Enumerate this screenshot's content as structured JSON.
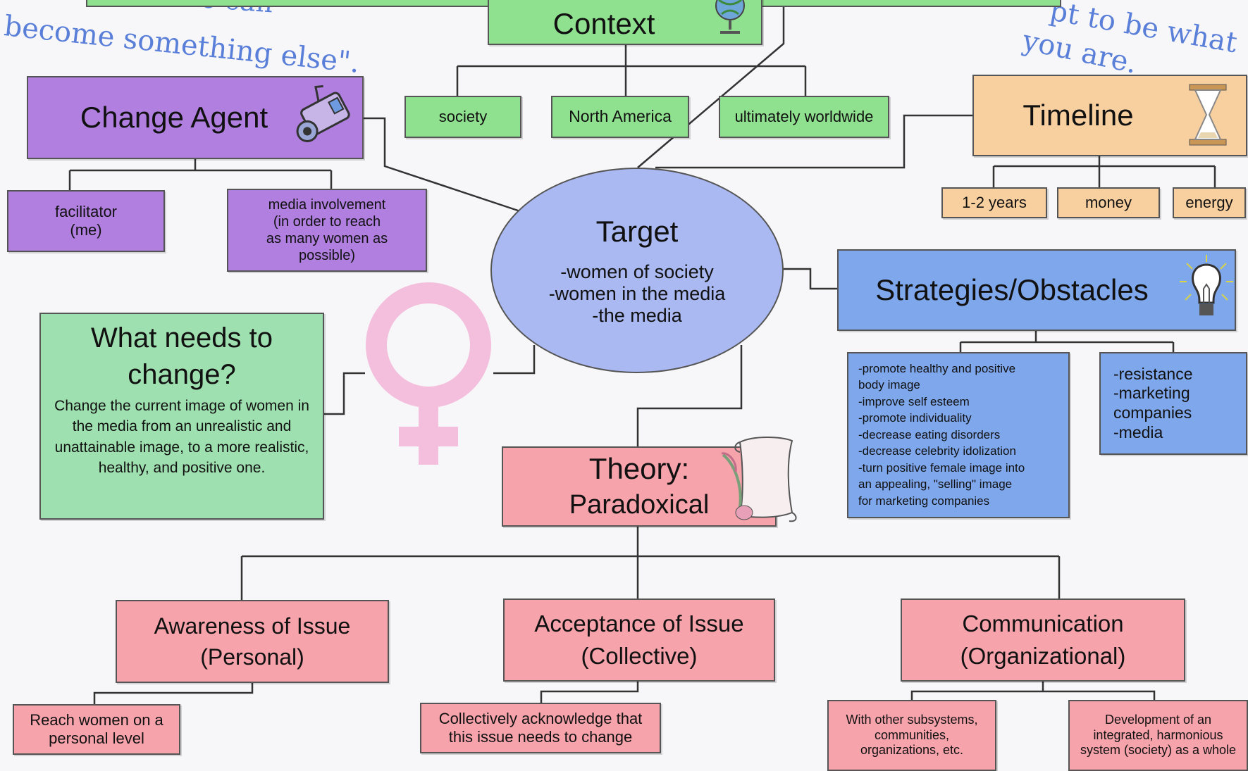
{
  "quotes": {
    "left_line1": "he can",
    "left_line2": "become something else\".",
    "right_line1": "pt to be what",
    "right_line2": "you are."
  },
  "context": {
    "title": "Context"
  },
  "context_items": [
    "society",
    "North America",
    "ultimately worldwide"
  ],
  "change_agent": {
    "title": "Change Agent",
    "items": [
      "facilitator\n(me)",
      "media involvement\n(in order to reach\nas many women as\npossible)"
    ]
  },
  "timeline": {
    "title": "Timeline",
    "items": [
      "1-2 years",
      "money",
      "energy"
    ]
  },
  "target": {
    "title": "Target",
    "lines": [
      "-women of society",
      "-women in the media",
      "-the media"
    ]
  },
  "strategies": {
    "title": "Strategies/Obstacles",
    "strategies_list": [
      "-promote healthy and positive",
      "body image",
      "-improve self esteem",
      "-promote individuality",
      "-decrease eating disorders",
      "-decrease celebrity idolization",
      "-turn positive female image into",
      "an appealing, \"selling\" image",
      "for marketing companies"
    ],
    "obstacles_list": [
      "-resistance",
      "-marketing",
      "companies",
      "-media"
    ]
  },
  "what_change": {
    "title": "What needs to change?",
    "body": "Change the current image of women in the media from an unrealistic and unattainable image, to a more realistic, healthy, and positive one."
  },
  "theory": {
    "line1": "Theory:",
    "line2": "Paradoxical"
  },
  "awareness": {
    "title": "Awareness of Issue",
    "sub": "(Personal)",
    "child": "Reach women on a personal level"
  },
  "acceptance": {
    "title": "Acceptance of Issue",
    "sub": "(Collective)",
    "child": "Collectively acknowledge that this issue needs to change"
  },
  "communication": {
    "title": "Communication",
    "sub": "(Organizational)",
    "child1": "With other subsystems, communities, organizations, etc.",
    "child2": "Development of an integrated, harmonious system (society) as a whole"
  },
  "colors": {
    "green": "#8fe08f",
    "purple": "#b07fe0",
    "orange": "#f8d0a0",
    "blue": "#7fa7ec",
    "pink": "#f6a3ab",
    "venus": "#f4bfdc"
  }
}
